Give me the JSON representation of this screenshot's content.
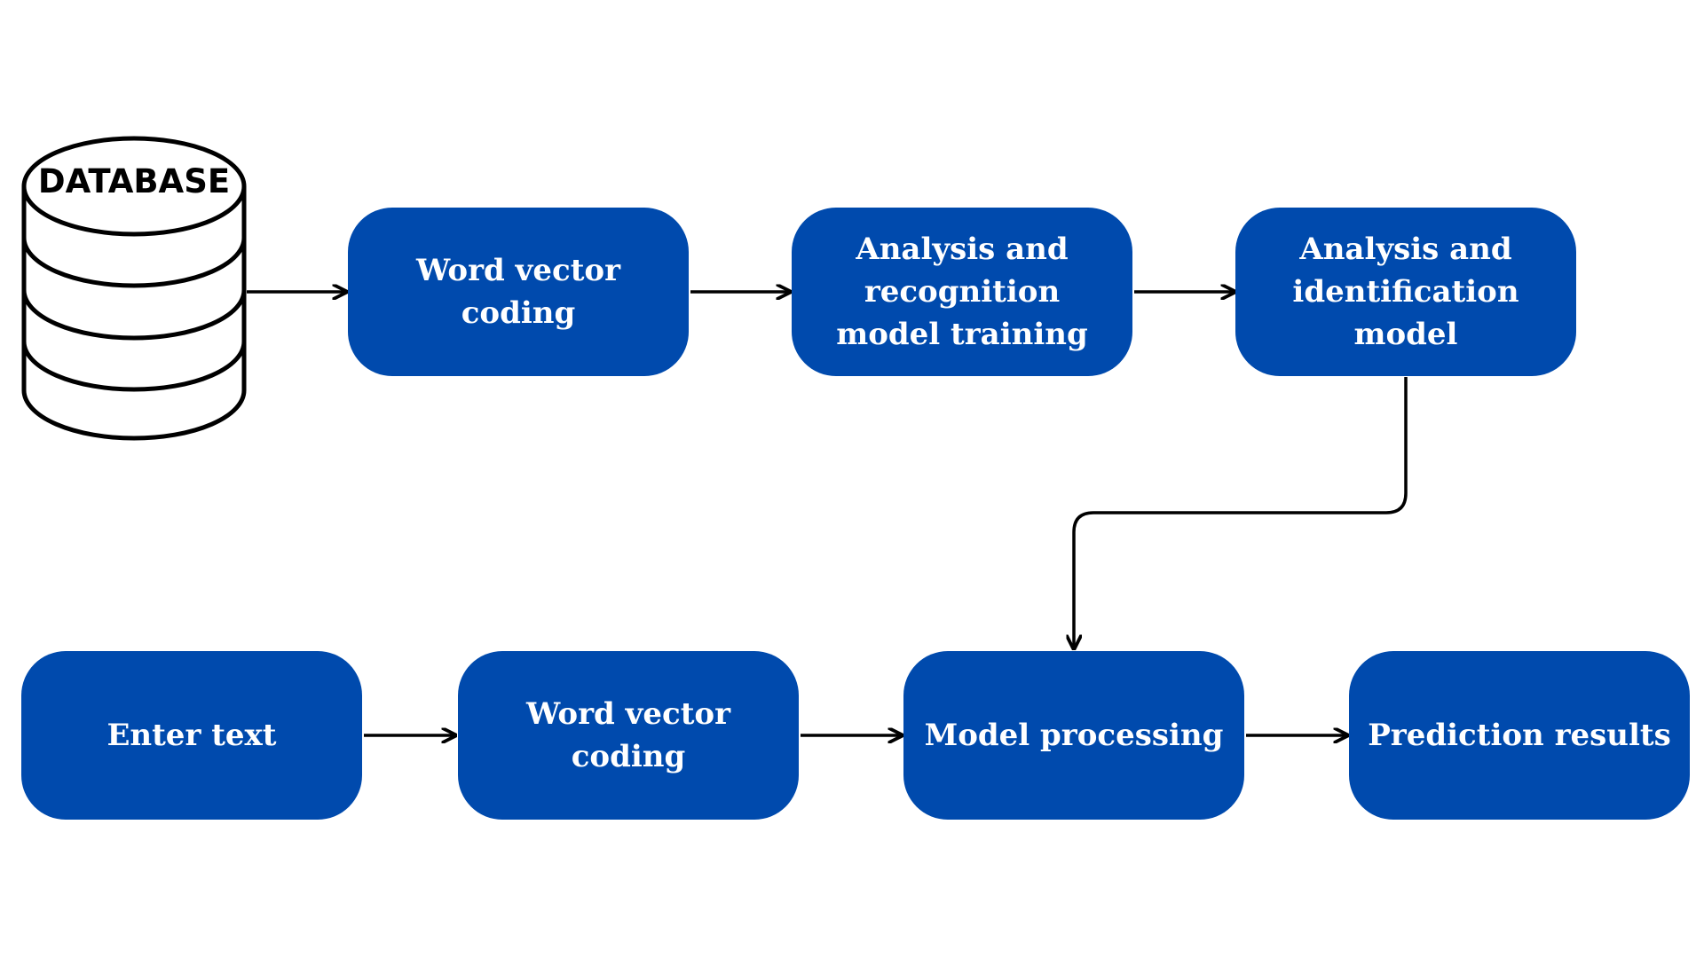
{
  "theme": {
    "box_color": "#004aad",
    "text_color": "#ffffff",
    "line_color": "#000000"
  },
  "database": {
    "label": "DATABASE",
    "icon": "database-cylinder-icon"
  },
  "training_flow": {
    "word_vector_coding": "Word vector coding",
    "model_training": "Analysis and recognition model training",
    "identification_model": "Analysis and identification model"
  },
  "prediction_flow": {
    "enter_text": "Enter text",
    "word_vector_coding": "Word vector coding",
    "model_processing": "Model processing",
    "prediction_results": "Prediction results"
  }
}
